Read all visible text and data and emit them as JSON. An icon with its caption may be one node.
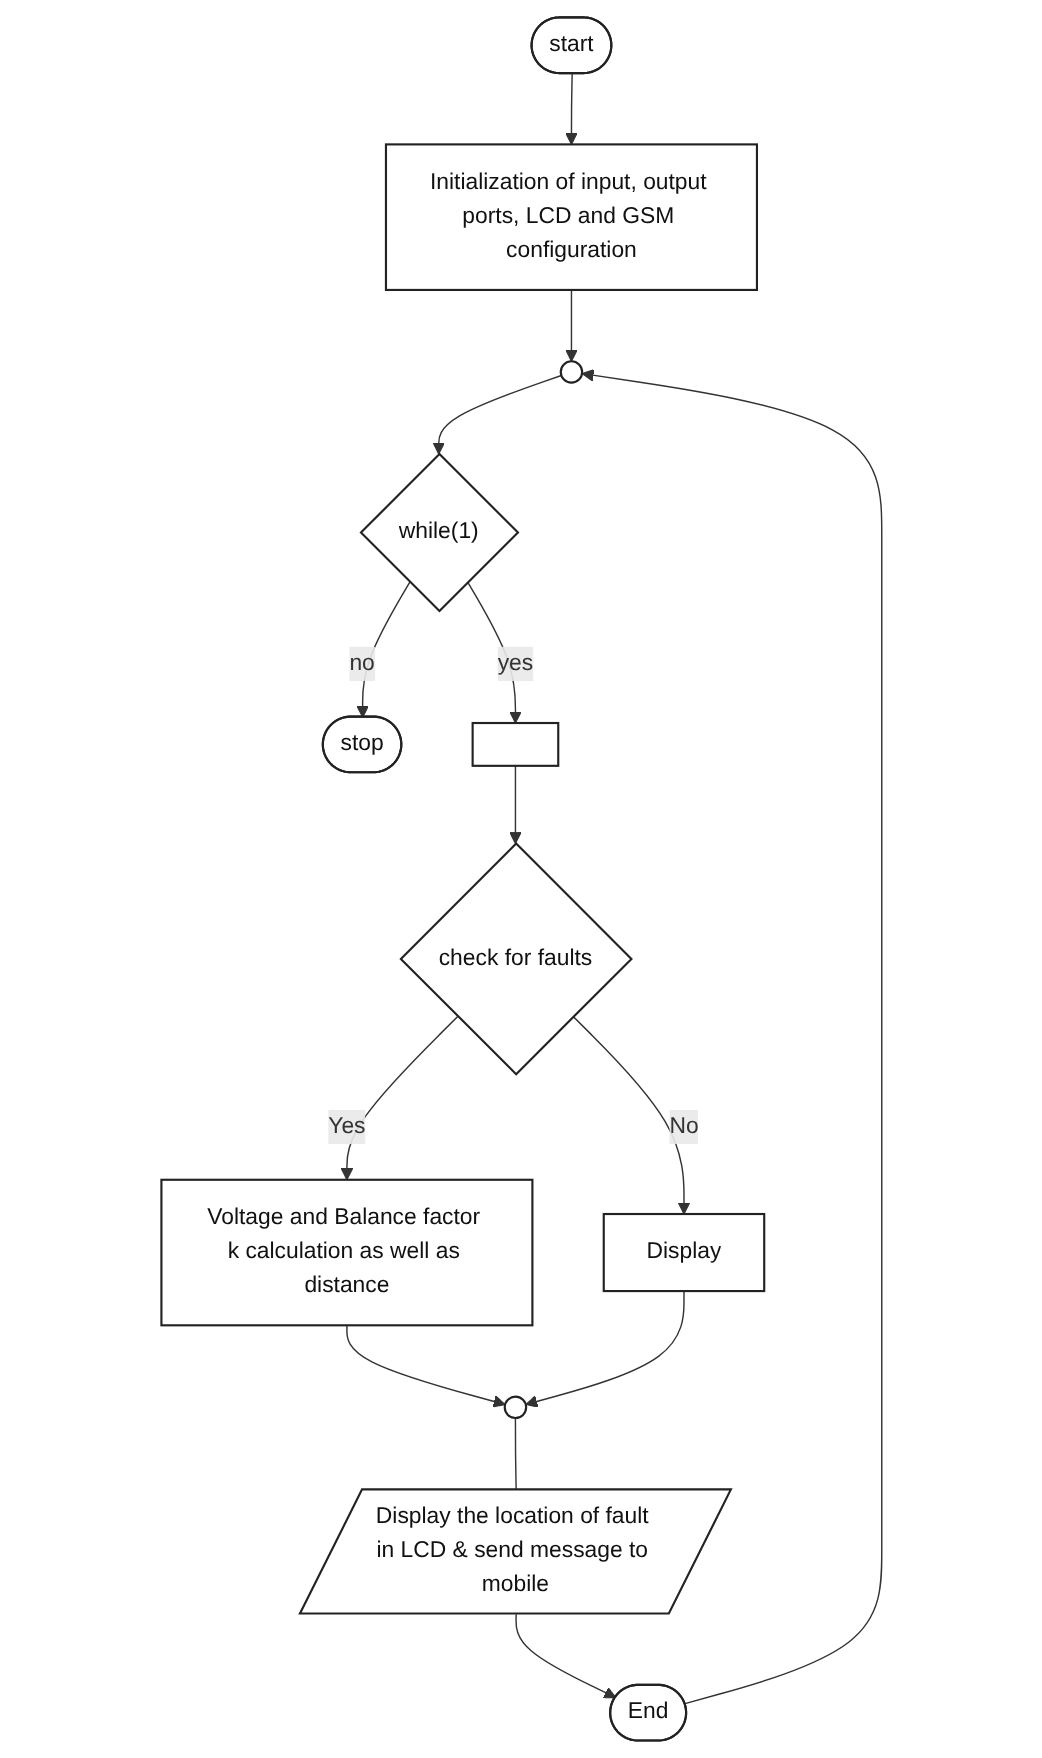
{
  "diagram": {
    "nodes": [
      {
        "text": [
          "start"
        ]
      },
      {
        "text": [
          "Initialization of input, output ports, LCD and GSM configuration"
        ]
      },
      {
        "text": [],
        "shape": "circle"
      },
      {
        "text": [
          "while(1)"
        ]
      },
      {
        "text": [
          "stop"
        ]
      },
      {
        "text": [],
        "shape": "box"
      },
      {
        "text": [
          "check for faults"
        ]
      },
      {
        "text": [
          "Voltage and Balance factor k calculation as well as distance"
        ]
      },
      {
        "text": [
          "Display"
        ]
      },
      {
        "text": [],
        "shape": "circle"
      },
      {
        "text": [
          "Display the location of fault in LCD & send message to mobile"
        ]
      },
      {
        "text": [
          "End"
        ]
      }
    ],
    "edges": [
      {
        "from": 0,
        "to": 1,
        "arrow": "to"
      },
      {
        "from": 1,
        "to": 2,
        "arrow": "to"
      },
      {
        "from": 2,
        "to": 3,
        "arrow": "to"
      },
      {
        "from": 3,
        "to": 4,
        "label": "no",
        "arrow": "to"
      },
      {
        "from": 3,
        "to": 5,
        "label": "yes",
        "arrow": "to"
      },
      {
        "from": 5,
        "to": 6,
        "arrow": "to"
      },
      {
        "from": 6,
        "to": 7,
        "label": "Yes",
        "arrow": "to"
      },
      {
        "from": 6,
        "to": 8,
        "label": "No",
        "arrow": "to"
      },
      {
        "from": 7,
        "to": 9,
        "arrow": "to"
      },
      {
        "from": 8,
        "to": 9,
        "arrow": "to"
      },
      {
        "from": 9,
        "to": 10,
        "arrow": "none"
      },
      {
        "from": 10,
        "to": 11,
        "arrow": "to"
      },
      {
        "from": 11,
        "to": 2,
        "arrow": "to"
      }
    ]
  }
}
